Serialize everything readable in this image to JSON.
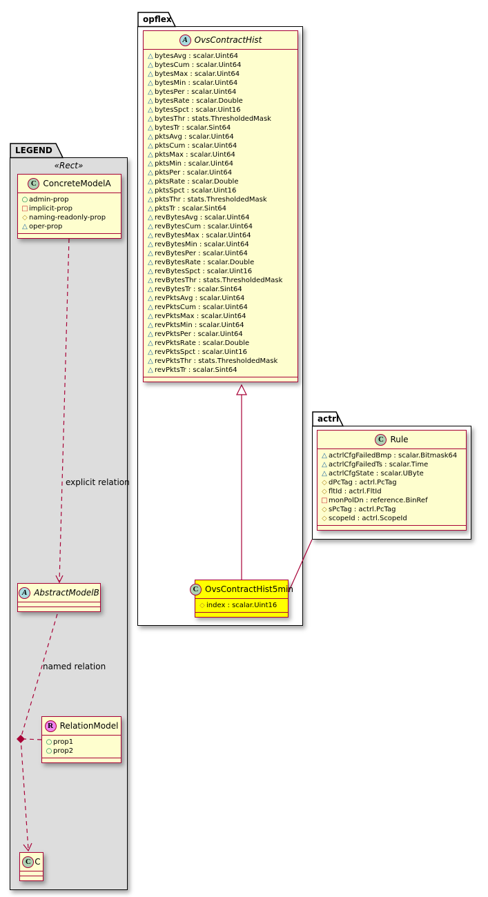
{
  "colors": {
    "class_border": "#A80036",
    "class_fill": "#FEFECE",
    "highlight_fill": "#FFFF00",
    "package_fill": "#FFFFFF",
    "legend_fill": "#DDDDDD",
    "edge": "#A80036",
    "spot_class": "#ADD1B2",
    "spot_abstract": "#A9DCDF",
    "spot_relation": "#EE82EE",
    "vis_triangle": "#1963A0",
    "vis_circle": "#038048",
    "vis_square": "#C82930",
    "vis_diamond": "#B38D22"
  },
  "packages": {
    "opflex": {
      "label": "opflex"
    },
    "actrl": {
      "label": "actrl"
    },
    "legend": {
      "label": "LEGEND",
      "stereotype": "«Rect»"
    }
  },
  "classes": {
    "ovsContractHist": {
      "spot": "A",
      "name": "OvsContractHist",
      "attributes": [
        {
          "vis": "triangle",
          "text": "bytesAvg : scalar.Uint64"
        },
        {
          "vis": "triangle",
          "text": "bytesCum : scalar.Uint64"
        },
        {
          "vis": "triangle",
          "text": "bytesMax : scalar.Uint64"
        },
        {
          "vis": "triangle",
          "text": "bytesMin : scalar.Uint64"
        },
        {
          "vis": "triangle",
          "text": "bytesPer : scalar.Uint64"
        },
        {
          "vis": "triangle",
          "text": "bytesRate : scalar.Double"
        },
        {
          "vis": "triangle",
          "text": "bytesSpct : scalar.Uint16"
        },
        {
          "vis": "triangle",
          "text": "bytesThr : stats.ThresholdedMask"
        },
        {
          "vis": "triangle",
          "text": "bytesTr : scalar.Sint64"
        },
        {
          "vis": "triangle",
          "text": "pktsAvg : scalar.Uint64"
        },
        {
          "vis": "triangle",
          "text": "pktsCum : scalar.Uint64"
        },
        {
          "vis": "triangle",
          "text": "pktsMax : scalar.Uint64"
        },
        {
          "vis": "triangle",
          "text": "pktsMin : scalar.Uint64"
        },
        {
          "vis": "triangle",
          "text": "pktsPer : scalar.Uint64"
        },
        {
          "vis": "triangle",
          "text": "pktsRate : scalar.Double"
        },
        {
          "vis": "triangle",
          "text": "pktsSpct : scalar.Uint16"
        },
        {
          "vis": "triangle",
          "text": "pktsThr : stats.ThresholdedMask"
        },
        {
          "vis": "triangle",
          "text": "pktsTr : scalar.Sint64"
        },
        {
          "vis": "triangle",
          "text": "revBytesAvg : scalar.Uint64"
        },
        {
          "vis": "triangle",
          "text": "revBytesCum : scalar.Uint64"
        },
        {
          "vis": "triangle",
          "text": "revBytesMax : scalar.Uint64"
        },
        {
          "vis": "triangle",
          "text": "revBytesMin : scalar.Uint64"
        },
        {
          "vis": "triangle",
          "text": "revBytesPer : scalar.Uint64"
        },
        {
          "vis": "triangle",
          "text": "revBytesRate : scalar.Double"
        },
        {
          "vis": "triangle",
          "text": "revBytesSpct : scalar.Uint16"
        },
        {
          "vis": "triangle",
          "text": "revBytesThr : stats.ThresholdedMask"
        },
        {
          "vis": "triangle",
          "text": "revBytesTr : scalar.Sint64"
        },
        {
          "vis": "triangle",
          "text": "revPktsAvg : scalar.Uint64"
        },
        {
          "vis": "triangle",
          "text": "revPktsCum : scalar.Uint64"
        },
        {
          "vis": "triangle",
          "text": "revPktsMax : scalar.Uint64"
        },
        {
          "vis": "triangle",
          "text": "revPktsMin : scalar.Uint64"
        },
        {
          "vis": "triangle",
          "text": "revPktsPer : scalar.Uint64"
        },
        {
          "vis": "triangle",
          "text": "revPktsRate : scalar.Double"
        },
        {
          "vis": "triangle",
          "text": "revPktsSpct : scalar.Uint16"
        },
        {
          "vis": "triangle",
          "text": "revPktsThr : stats.ThresholdedMask"
        },
        {
          "vis": "triangle",
          "text": "revPktsTr : scalar.Sint64"
        }
      ]
    },
    "ovsContractHist5min": {
      "spot": "C",
      "name": "OvsContractHist5min",
      "attributes": [
        {
          "vis": "diamond",
          "text": "index : scalar.Uint16"
        }
      ]
    },
    "rule": {
      "spot": "C",
      "name": "Rule",
      "attributes": [
        {
          "vis": "triangle",
          "text": "actrlCfgFailedBmp : scalar.Bitmask64"
        },
        {
          "vis": "triangle",
          "text": "actrlCfgFailedTs : scalar.Time"
        },
        {
          "vis": "triangle",
          "text": "actrlCfgState : scalar.UByte"
        },
        {
          "vis": "diamond",
          "text": "dPcTag : actrl.PcTag"
        },
        {
          "vis": "diamond",
          "text": "fltId : actrl.FltId"
        },
        {
          "vis": "square",
          "text": "monPolDn : reference.BinRef"
        },
        {
          "vis": "diamond",
          "text": "sPcTag : actrl.PcTag"
        },
        {
          "vis": "diamond",
          "text": "scopeId : actrl.ScopeId"
        }
      ]
    },
    "concreteModelA": {
      "spot": "C",
      "name": "ConcreteModelA",
      "attributes": [
        {
          "vis": "circle",
          "text": "admin-prop"
        },
        {
          "vis": "square",
          "text": "implicit-prop"
        },
        {
          "vis": "diamond",
          "text": "naming-readonly-prop"
        },
        {
          "vis": "triangle",
          "text": "oper-prop"
        }
      ]
    },
    "abstractModelB": {
      "spot": "A",
      "name": "AbstractModelB",
      "attributes": []
    },
    "relationModel": {
      "spot": "R",
      "name": "RelationModel",
      "attributes": [
        {
          "vis": "circle",
          "text": "prop1"
        },
        {
          "vis": "circle",
          "text": "prop2"
        }
      ]
    },
    "c": {
      "spot": "C",
      "name": "C",
      "attributes": []
    }
  },
  "edge_labels": {
    "explicit": "explicit relation",
    "named": "named relation"
  }
}
